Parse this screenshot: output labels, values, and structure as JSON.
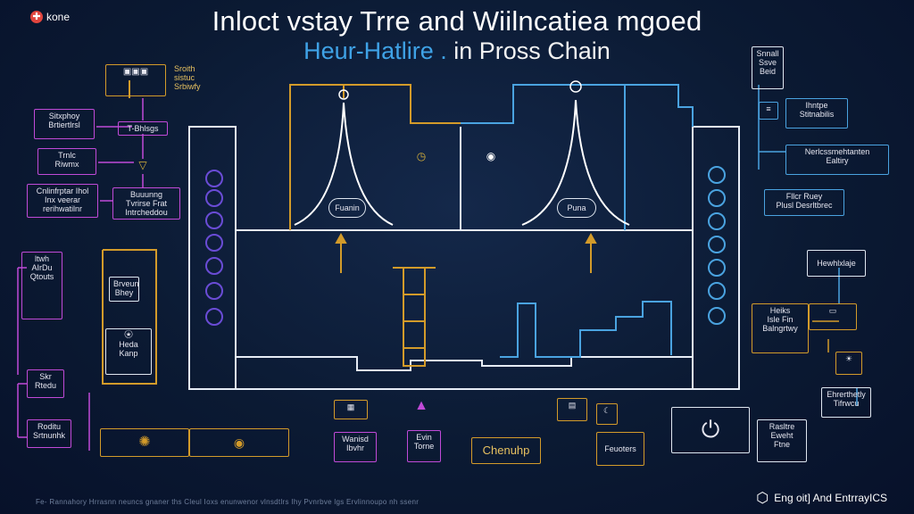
{
  "header": {
    "logo_text": "kone",
    "title_line1": "Inloct vstay Trre and Wiilncatiea mgoed",
    "title_line2_a": "Heur-Hatlire .",
    "title_line2_b": "in Pross Chain"
  },
  "left": {
    "top_label": "Sroith\nsistuc\nSrbiwfy",
    "box1": "Sitxphoy\nBrtiertlrsl",
    "box2": "T-Bhlsgs",
    "box3": "Trnlc\nRiwmx",
    "box4": "Cnlinfrptar Ihol\nInx veerar\nrerihwatilnr",
    "box5": "Buuunng\nTvrirse Frat\nIntrcheddou",
    "box6": "ltwh\nAIrDu\nQtouts",
    "box7": "Brveun\nBhey",
    "box8": "Heda Kanp",
    "box9": "Skr\nRtedu",
    "box10": "Roditu\nSrtnunhk"
  },
  "center": {
    "node_left": "Fuanin",
    "node_right": "Puna"
  },
  "right": {
    "box1": "Snnall\nSsve\nBeid",
    "box2": "Ihntpe\nStitnabilis",
    "box3": "Nerlcssmehtanten\nEaltiry",
    "box4": "Fllcr Ruey\nPlusl Desrltbrec",
    "box5": "Hewhlxlaje",
    "box6": "Heiks\nIsle Fin\nBalngrtwy",
    "box7": "Ehrerthetly\nTifrwcu",
    "box8": "Rasltre\nEweht\nFtne"
  },
  "bottom": {
    "box1": "Wanisd\nIbvhr",
    "box2": "Evin\nTorne",
    "box3": "Chenuhp",
    "box4": "Feuoters"
  },
  "footer": {
    "small_text": "Fe- Rannahory Hrrasnn neuncs gnaner ths  Cleul Ioxs enunwenor vlnsdtlrs Ihy Pvnrbve lgs Ervlinnoupo nh ssenr",
    "brand": "Eng oit] And EntrrayICS"
  },
  "colors": {
    "background": "#0b1a33",
    "pink": "#c04ad8",
    "gold": "#d39b2a",
    "blue": "#4aa3e0",
    "white": "#dfe6f0"
  }
}
